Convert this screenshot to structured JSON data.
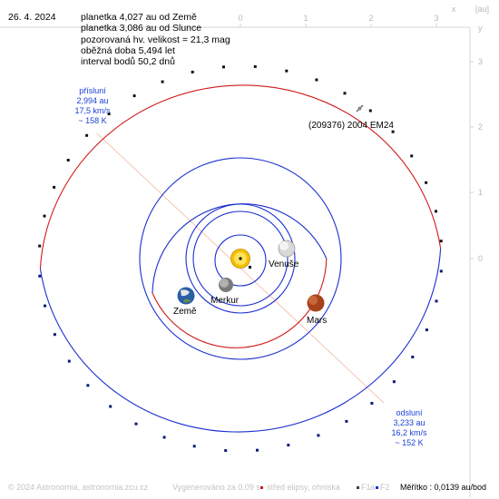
{
  "date": "26. 4. 2024",
  "info_lines": [
    "planetka 4,027 au od Země",
    "planetka 3,086 au od Slunce",
    "pozorovaná hv. velikost = 21,3 mag",
    "oběžná doba 5,494 let",
    "interval bodů 50,2 dnů"
  ],
  "top_axis": {
    "ticks": [
      "0",
      "1",
      "2",
      "3"
    ],
    "x_label": "x",
    "unit": "[au]"
  },
  "right_axis": {
    "ticks": [
      "3",
      "2",
      "1",
      "0"
    ],
    "y_label": "y"
  },
  "asteroid_name": "(209376) 2004 EM24",
  "perihelion": [
    "přísluní",
    "2,994 au",
    "17,5 km/s",
    "~ 158 K"
  ],
  "aphelion": [
    "odsluní",
    "3,233 au",
    "16,2 km/s",
    "~ 152 K"
  ],
  "planets": {
    "mercury": "Merkur",
    "venus": "Venuše",
    "earth": "Země",
    "mars": "Mars"
  },
  "colors": {
    "orbit_blue": "#1a2fd0",
    "orbit_red": "#d01a1a",
    "axis_line": "#f2b3a0",
    "sun": "#f5c000"
  },
  "footer": {
    "copyright": "© 2024 Astronomia, astronomia.zcu.cz",
    "generated": "Vygenerováno za 0,09 s",
    "legend_center": "střed elipsy, ohniska",
    "f1": "F1",
    "a": "a",
    "f2": "F2",
    "scale": "Měřítko : 0,0139 au/bod"
  }
}
